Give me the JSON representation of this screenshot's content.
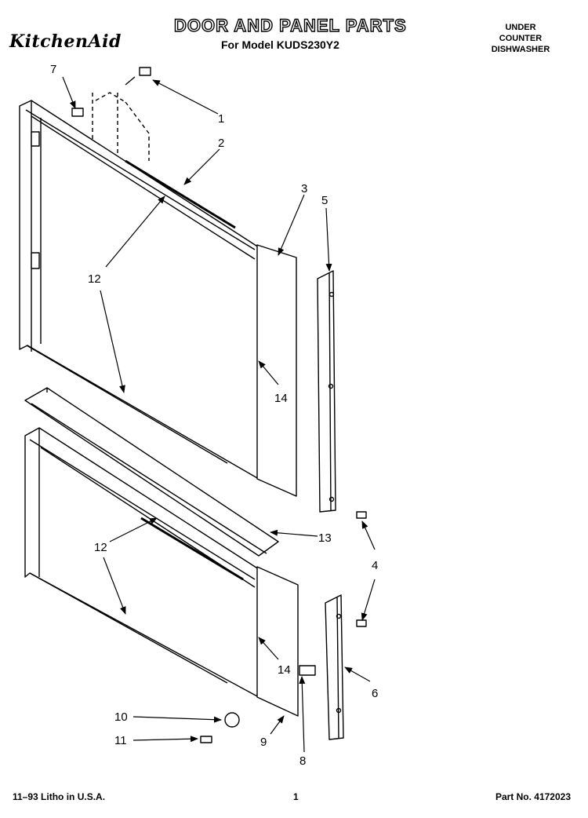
{
  "header": {
    "brand": "KitchenAid",
    "title": "DOOR AND PANEL PARTS",
    "model_line": "For Model KUDS230Y2",
    "category": [
      "UNDER",
      "COUNTER",
      "DISHWASHER"
    ]
  },
  "callouts": [
    "1",
    "2",
    "3",
    "4",
    "5",
    "6",
    "7",
    "8",
    "9",
    "10",
    "11",
    "12",
    "12",
    "13",
    "14",
    "14"
  ],
  "footer": {
    "litho": "11–93 Litho in U.S.A.",
    "page": "1",
    "part_number": "Part No. 4172023"
  }
}
